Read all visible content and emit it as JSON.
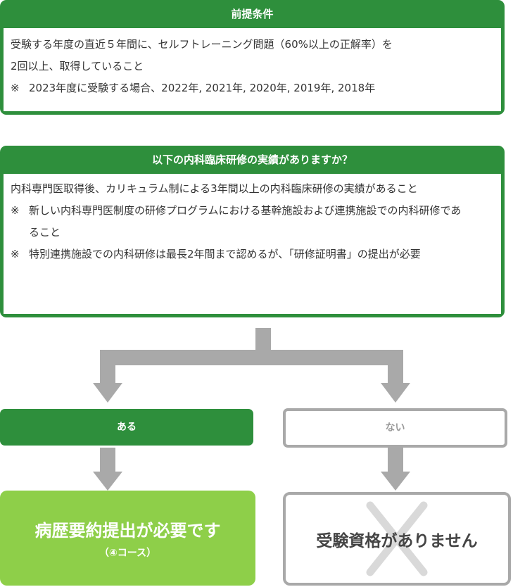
{
  "box1": {
    "header": "前提条件",
    "lines": [
      "受験する年度の直近５年間に、セルフトレーニング問題（60%以上の正解率）を",
      "2回以上、取得していること"
    ],
    "note_mark": "※",
    "note_text": "2023年度に受験する場合、2022年, 2021年, 2020年, 2019年, 2018年"
  },
  "box2": {
    "header": "以下の内科臨床研修の実績がありますか？",
    "line": "内科専門医取得後、カリキュラム制による3年間以上の内科臨床研修の実績があること",
    "notes": [
      {
        "mark": "※",
        "text": "新しい内科専門医制度の研修プログラムにおける基幹施設および連携施設での内科研修であること"
      },
      {
        "mark": "※",
        "text": "特別連携施設での内科研修は最長2年間まで認めるが、「研修証明書」の提出が必要"
      }
    ]
  },
  "answers": {
    "yes": "ある",
    "no": "ない"
  },
  "results": {
    "yes_main": "病歴要約提出が必要です",
    "yes_sub": "（④コース）",
    "no_main": "受験資格がありません"
  },
  "colors": {
    "green_dark": "#2e8f3c",
    "green_light": "#8ecf49",
    "gray": "#a9a9a9"
  },
  "icons": {
    "arrow": "down-arrow-icon",
    "cross": "cross-icon"
  }
}
